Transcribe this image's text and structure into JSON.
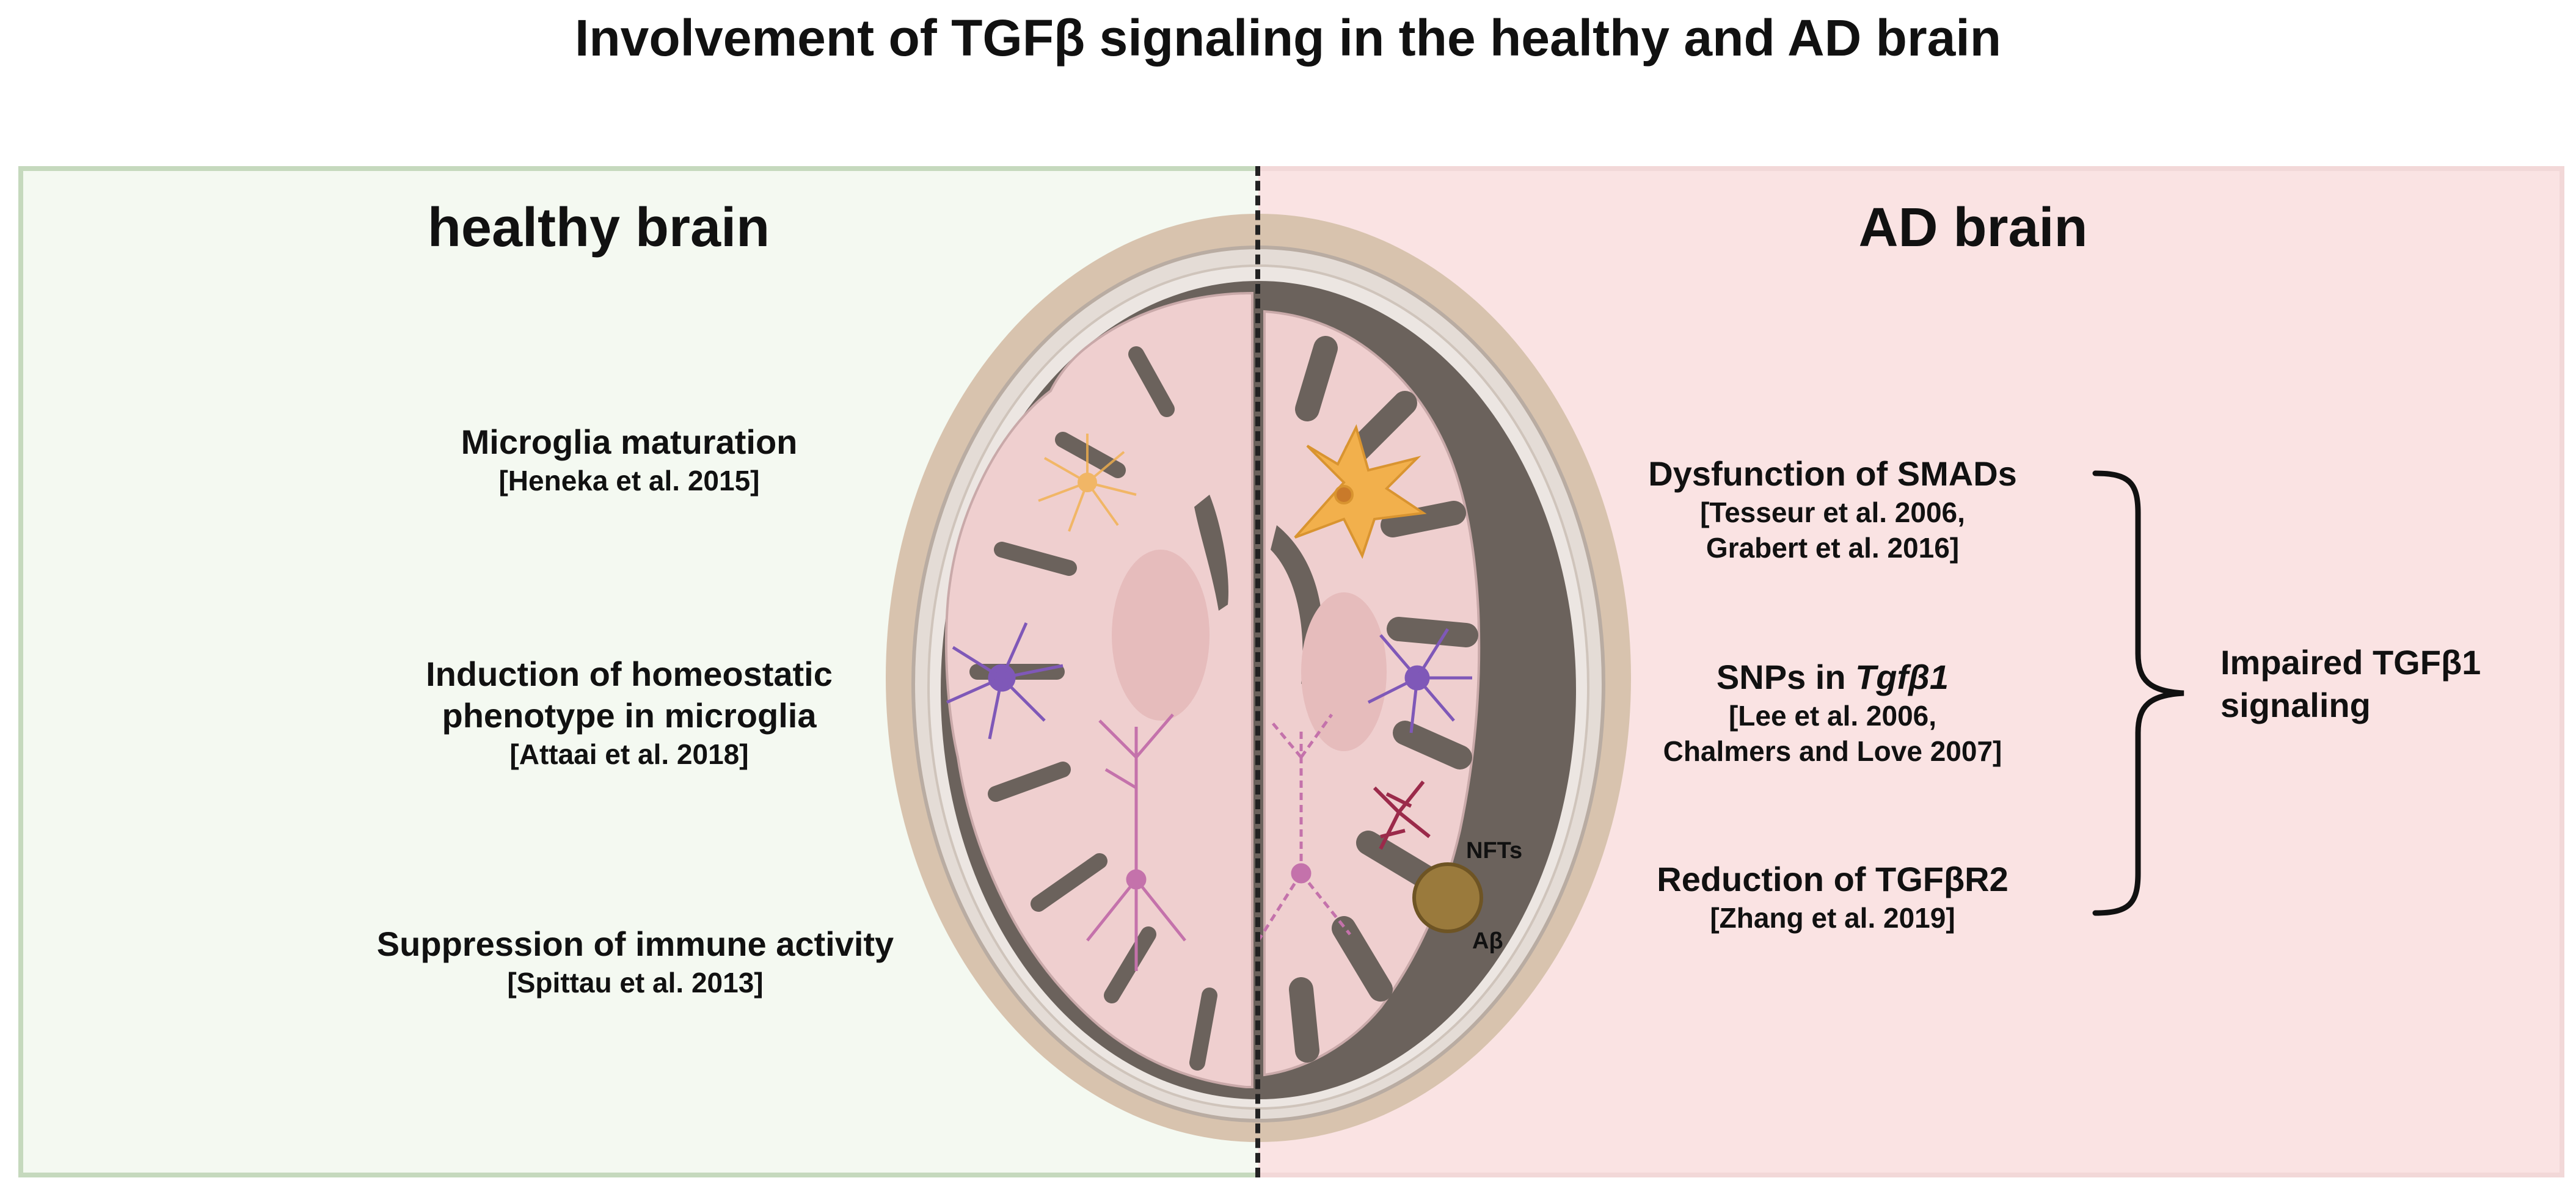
{
  "title": "Involvement of TGFβ signaling in the healthy and AD brain",
  "healthy": {
    "heading": "healthy brain",
    "items": [
      {
        "label": "Microglia maturation",
        "ref": "[Heneka et al. 2015]"
      },
      {
        "label_line1": "Induction of homeostatic",
        "label_line2": "phenotype in microglia",
        "ref": "[Attaai et al. 2018]"
      },
      {
        "label": "Suppression of immune activity",
        "ref": "[Spittau et al. 2013]"
      }
    ]
  },
  "ad": {
    "heading": "AD brain",
    "items": [
      {
        "label": "Dysfunction of SMADs",
        "ref_line1": "[Tesseur et al. 2006,",
        "ref_line2": "Grabert et al. 2016]"
      },
      {
        "label_prefix": "SNPs in ",
        "label_italic": "Tgfβ1",
        "ref_line1": "[Lee et al. 2006,",
        "ref_line2": "Chalmers and Love 2007]"
      },
      {
        "label": "Reduction of TGFβR2",
        "ref": "[Zhang et al. 2019]"
      }
    ],
    "summary_line1": "Impaired TGFβ1",
    "summary_line2": "signaling"
  },
  "brain_labels": {
    "nfts": "NFTs",
    "abeta": "Aβ"
  },
  "colors": {
    "healthy_bg": "#f4f9f1",
    "ad_bg": "#fae3e3",
    "skull": "#d8c3ae",
    "brain_tissue": "#efcfcf",
    "ventricle": "#6b625c",
    "microglia": "#7f58b8",
    "astrocyte": "#f2b04c",
    "neuron": "#c472ab",
    "plaque": "#9a7a3c",
    "tangle": "#9b2a4a"
  }
}
